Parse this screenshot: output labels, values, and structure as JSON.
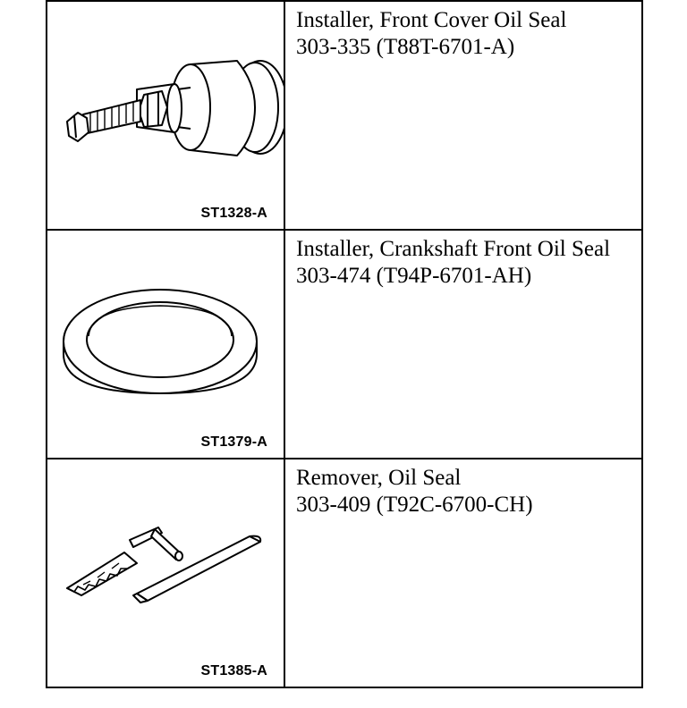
{
  "tools": [
    {
      "figure_code": "ST1328-A",
      "description": "Installer, Front Cover Oil Seal",
      "tool_number": "303-335 (T88T-6701-A)",
      "illustration": "front-cover-seal-installer"
    },
    {
      "figure_code": "ST1379-A",
      "description": "Installer, Crankshaft Front Oil Seal",
      "tool_number": "303-474 (T94P-6701-AH)",
      "illustration": "crankshaft-seal-installer-ring"
    },
    {
      "figure_code": "ST1385-A",
      "description": "Remover, Oil Seal",
      "tool_number": "303-409 (T92C-6700-CH)",
      "illustration": "oil-seal-remover"
    }
  ]
}
